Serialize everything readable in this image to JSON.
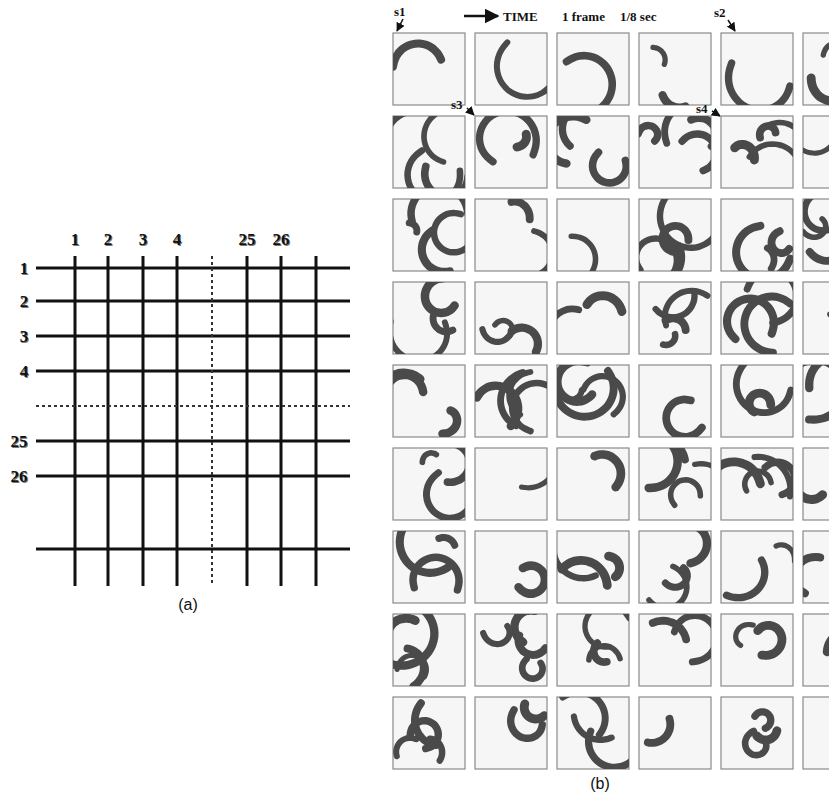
{
  "diagram": {
    "labels": [
      "1",
      "2",
      "3",
      "4",
      "25",
      "26",
      "1",
      "2",
      "3",
      "4",
      "25",
      "26",
      "(a)",
      "s1",
      "TIME",
      "1 frame",
      "1/8 sec",
      "s2",
      "s3",
      "s4",
      "(b)"
    ]
  }
}
